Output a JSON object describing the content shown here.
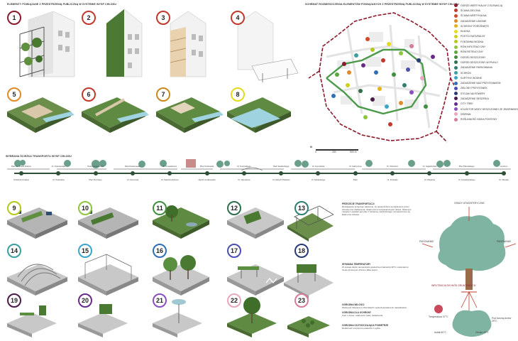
{
  "headings": {
    "elements": "ELEMENTY POWIĄZANE Z PRZESTRZENIĄ PUBLICZNĄ W SYSTEMIE WYSP CHŁODU",
    "scheme": "SCHEMAT ROZMIESZCZENIA ELEMENTÓW POWIĄZANYCH Z PRZESTRZENIĄ PUBLICZNĄ W SYSTEMIE WYSP CHŁODU",
    "route": "WYBRANA ŚCIEŻKA TRANSPORTU WYSP CHŁODU"
  },
  "scale": {
    "zero": "0",
    "mid": "250",
    "end": "500 m",
    "north": "N"
  },
  "badges": [
    {
      "n": "1",
      "color": "#8b1a2b"
    },
    {
      "n": "2",
      "color": "#c0392b"
    },
    {
      "n": "3",
      "color": "#c0392b"
    },
    {
      "n": "4",
      "color": "#c0392b"
    },
    {
      "n": "5",
      "color": "#e08a2a"
    },
    {
      "n": "6",
      "color": "#c0392b"
    },
    {
      "n": "7",
      "color": "#c98a1d"
    },
    {
      "n": "8",
      "color": "#e6d91e"
    },
    {
      "n": "9",
      "color": "#b5c81e"
    },
    {
      "n": "10",
      "color": "#8ec63f"
    },
    {
      "n": "11",
      "color": "#3f8f3f"
    },
    {
      "n": "12",
      "color": "#2e6f4e"
    },
    {
      "n": "13",
      "color": "#2f7e6e"
    },
    {
      "n": "14",
      "color": "#3a9fa0"
    },
    {
      "n": "15",
      "color": "#3aa5c8"
    },
    {
      "n": "16",
      "color": "#2f6fb5"
    },
    {
      "n": "17",
      "color": "#4a4fb0"
    },
    {
      "n": "18",
      "color": "#2a3a78"
    },
    {
      "n": "19",
      "color": "#4a1a4a"
    },
    {
      "n": "20",
      "color": "#6a2a8a"
    },
    {
      "n": "21",
      "color": "#8a4fc0"
    },
    {
      "n": "22",
      "color": "#e9a7bd"
    },
    {
      "n": "23",
      "color": "#d77c9a"
    }
  ],
  "legend": [
    {
      "label": "OGRÓD WERTYKALNY Z ELEWACJĄ",
      "color": "#8b1a2b"
    },
    {
      "label": "ŚCIANA ZIELONA",
      "color": "#c0392b"
    },
    {
      "label": "ŚCIANA WERTYKALNA",
      "color": "#d04a2a"
    },
    {
      "label": "ZADASZENIE LINIOWE",
      "color": "#e08a2a"
    },
    {
      "label": "SCHRONY POROŚNIĘTE",
      "color": "#e6b11e"
    },
    {
      "label": "KŁADKA",
      "color": "#e6d91e"
    },
    {
      "label": "POSTÓJ NATURALNY",
      "color": "#c9d21e"
    },
    {
      "label": "FONTANNA WODNA",
      "color": "#b5c81e"
    },
    {
      "label": "RÓW INFILTRACYJNY",
      "color": "#8ec63f"
    },
    {
      "label": "RÓW RETENCYJNY",
      "color": "#5aa83f"
    },
    {
      "label": "OGRÓD DESZCZOWY",
      "color": "#3f8f3f"
    },
    {
      "label": "OGRÓD DESZCZOWY WYPUKŁY",
      "color": "#2e6f4e"
    },
    {
      "label": "ZADASZENIE PARKOWANIA",
      "color": "#2f7e6e"
    },
    {
      "label": "SCHRON",
      "color": "#3a9fa0"
    },
    {
      "label": "KURTYNY WODNE",
      "color": "#3aa5c8"
    },
    {
      "label": "ZADASZENIE NAD PRZYSTANKIEM",
      "color": "#2f6fb5"
    },
    {
      "label": "ZIELONY PRZYSTANEK",
      "color": "#4a4fb0"
    },
    {
      "label": "STOJAK NA ROWERY",
      "color": "#2a3a78"
    },
    {
      "label": "ZADASZENIE SIEDZISKA",
      "color": "#4a1a4a"
    },
    {
      "label": "CITY TREE",
      "color": "#6a2a8a"
    },
    {
      "label": "KOLEKTOR WODY DESZCZOWEJ ZE ZBIORNIKIEM",
      "color": "#8a4fc0"
    },
    {
      "label": "DRZEWA",
      "color": "#e9a7bd"
    },
    {
      "label": "ROŚLINNOŚĆ NISKA POKRYWY",
      "color": "#d77c9a"
    }
  ],
  "route_top_labels": [
    "Plac im. Sztuki Dobrze",
    "Ul. Kraszewska",
    "Park Kazanowska",
    "Park Kazanowska",
    "Pl. Powstańców",
    "Plac Kościuszki",
    "Ul. Konarskiego",
    "Park Siedleckiego",
    "Ul. Gomulicka",
    "Ul. Fabryczna",
    "Pl. Wolności",
    "Ul. Jagiellońska",
    "Plac Piłsudskiego",
    "Centrum"
  ],
  "route_bottom_labels": [
    "Dzielnica Książąt",
    "Ul. Podwalna",
    "Plac Pocztowy",
    "Ul. Owocowa",
    "Ul. Staszica Zielona",
    "Ogród Jordanowski",
    "Ul. Ogrodowa",
    "Ul. Złotych Piasków",
    "Ul. Sobieskiego",
    "Park",
    "Ul. Podwale",
    "Ul. Wspólna",
    "Ul. Kowalewskiego",
    "Ul. Wesoła"
  ],
  "text_sections": [
    {
      "title": "PRZEJŚCIE TRANSPORTACJI",
      "body": "Rozwiązanie przyjmuje założenie, że powierzchnie są zacienione przez drzewa oraz zadaszenia, dzięki czemu temperatura jest niższa. Głównym miejscem spotkań jest plac z fontanną, wokół którego rozmieszczone są ławki oraz drzewa."
    },
    {
      "title": "WYMIANA TEMPERATURY",
      "body": "W okresie letnim temperatura powietrza przekracza 30°C, natomiast w cieniu drzew jest niższa o kilka stopni."
    },
    {
      "title": "OGRODNA WILGOCI",
      "body": "Woda jest zbierana w zbiornikach i wykorzystywana do nawadniania."
    },
    {
      "title": "OGRODNA DLA OCHRONY",
      "body": "Cień z drzew, roślinność niska, zadaszenia."
    },
    {
      "title": "OGRODNA OCZYSZCZAJĄCA POWIETRZE",
      "body": "Roślinność oczyszcza powietrze z pyłów."
    }
  ],
  "tree": {
    "top_label": "GRADY ATMOSFERYCZNE",
    "left_label": "PAROWANIE",
    "right_label": "PAROWANIE",
    "root_label": "INFILTRACJA DO WÓD GRUNTOWYCH",
    "temp_left": "Temperatura 37°C",
    "temp_right": "Pod koroną drzew 29°C",
    "ground_left": "Asfalt 60°C",
    "ground_right": "Ziemia 29°C"
  },
  "colors": {
    "accent": "#8b1a2b",
    "green": "#2d4f37",
    "canopy": "#7fb3a2",
    "boundary": "#8b1a2b"
  }
}
